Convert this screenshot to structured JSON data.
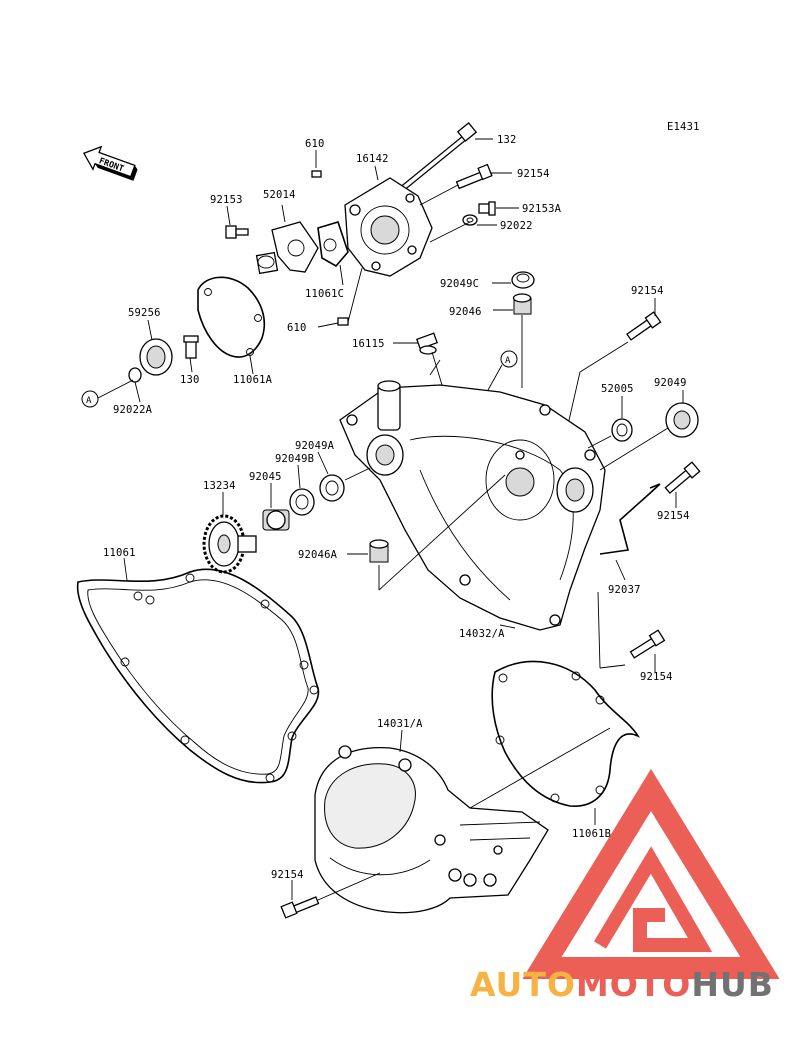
{
  "diagram": {
    "code": "E1431",
    "front_marker": "FRONT",
    "ref_marker": "A",
    "labels": {
      "p132": "132",
      "p610a": "610",
      "p16142": "16142",
      "p92154a": "92154",
      "p92153": "92153",
      "p52014": "52014",
      "p92153A": "92153A",
      "p92022": "92022",
      "p11061C": "11061C",
      "p610b": "610",
      "p92049C": "92049C",
      "p92046": "92046",
      "p92154b": "92154",
      "p59256": "59256",
      "p130": "130",
      "p11061A": "11061A",
      "p92022A": "92022A",
      "p16115": "16115",
      "p52005": "52005",
      "p92049": "92049",
      "p92049A": "92049A",
      "p92049B": "92049B",
      "p13234": "13234",
      "p92045": "92045",
      "p92154c": "92154",
      "p11061": "11061",
      "p92046A": "92046A",
      "p92037": "92037",
      "p14032A": "14032/A",
      "p92154d": "92154",
      "p14031A": "14031/A",
      "p11061B": "11061B",
      "p92154e": "92154"
    }
  },
  "watermark": {
    "brand_part1": "AUTO",
    "brand_part2": "MOTO",
    "brand_part3": "HUB",
    "color_orange": "#f5a623",
    "color_red": "#e8443a",
    "color_grey": "#5a5a5a"
  }
}
